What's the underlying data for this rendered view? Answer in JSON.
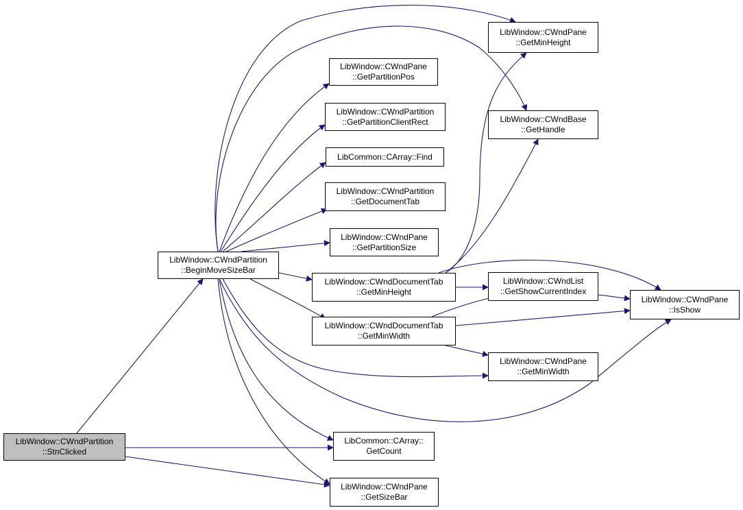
{
  "colors": {
    "edge": "#191970",
    "node_border": "#000000",
    "current_fill": "#bfbfbf",
    "node_fill": "#ffffff"
  },
  "nodes": {
    "stnclicked": {
      "lines": [
        "LibWindow::CWndPartition",
        "::StnClicked"
      ]
    },
    "beginmove": {
      "lines": [
        "LibWindow::CWndPartition",
        "::BeginMoveSizeBar"
      ]
    },
    "pane_getminh": {
      "lines": [
        "LibWindow::CWndPane",
        "::GetMinHeight"
      ]
    },
    "getpartpos": {
      "lines": [
        "LibWindow::CWndPane",
        "::GetPartitionPos"
      ]
    },
    "getpartclient": {
      "lines": [
        "LibWindow::CWndPartition",
        "::GetPartitionClientRect"
      ]
    },
    "find": {
      "lines": [
        "LibCommon::CArray::Find"
      ]
    },
    "getdoctab": {
      "lines": [
        "LibWindow::CWndPartition",
        "::GetDocumentTab"
      ]
    },
    "getpartsize": {
      "lines": [
        "LibWindow::CWndPane",
        "::GetPartitionSize"
      ]
    },
    "doctab_getminh": {
      "lines": [
        "LibWindow::CWndDocumentTab",
        "::GetMinHeight"
      ]
    },
    "doctab_getminw": {
      "lines": [
        "LibWindow::CWndDocumentTab",
        "::GetMinWidth"
      ]
    },
    "gethandle": {
      "lines": [
        "LibWindow::CWndBase",
        "::GetHandle"
      ]
    },
    "getshowcur": {
      "lines": [
        "LibWindow::CWndList",
        "::GetShowCurrentIndex"
      ]
    },
    "isshow": {
      "lines": [
        "LibWindow::CWndPane",
        "::IsShow"
      ]
    },
    "pane_getminw": {
      "lines": [
        "LibWindow::CWndPane",
        "::GetMinWidth"
      ]
    },
    "getcount": {
      "lines": [
        "LibCommon::CArray::",
        "GetCount"
      ]
    },
    "getsizebar": {
      "lines": [
        "LibWindow::CWndPane",
        "::GetSizeBar"
      ]
    }
  },
  "edges": [
    [
      "stnclicked",
      "beginmove"
    ],
    [
      "stnclicked",
      "getcount"
    ],
    [
      "stnclicked",
      "getsizebar"
    ],
    [
      "beginmove",
      "pane_getminh"
    ],
    [
      "beginmove",
      "getpartpos"
    ],
    [
      "beginmove",
      "getpartclient"
    ],
    [
      "beginmove",
      "find"
    ],
    [
      "beginmove",
      "getdoctab"
    ],
    [
      "beginmove",
      "getpartsize"
    ],
    [
      "beginmove",
      "doctab_getminh"
    ],
    [
      "beginmove",
      "doctab_getminw"
    ],
    [
      "beginmove",
      "gethandle"
    ],
    [
      "beginmove",
      "pane_getminw"
    ],
    [
      "beginmove",
      "isshow"
    ],
    [
      "beginmove",
      "getcount"
    ],
    [
      "beginmove",
      "getsizebar"
    ],
    [
      "doctab_getminh",
      "pane_getminh"
    ],
    [
      "doctab_getminh",
      "gethandle"
    ],
    [
      "doctab_getminh",
      "getshowcur"
    ],
    [
      "doctab_getminh",
      "isshow"
    ],
    [
      "doctab_getminw",
      "getshowcur"
    ],
    [
      "doctab_getminw",
      "isshow"
    ],
    [
      "doctab_getminw",
      "pane_getminw"
    ],
    [
      "getshowcur",
      "isshow"
    ]
  ]
}
